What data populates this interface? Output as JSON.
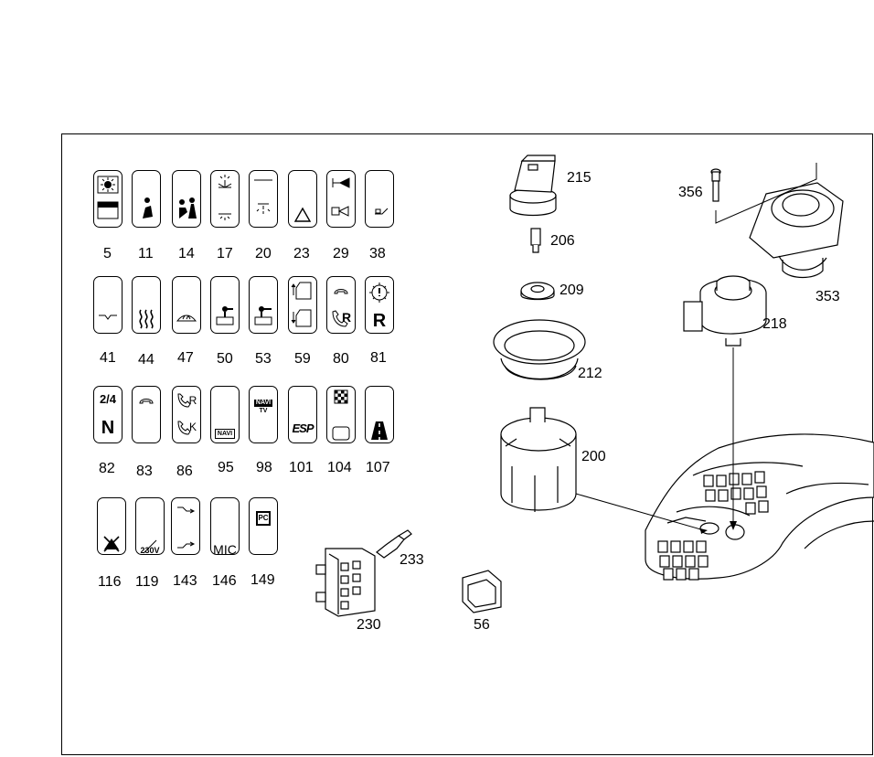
{
  "diagram": {
    "switch_labels": [
      "5",
      "11",
      "14",
      "17",
      "20",
      "23",
      "29",
      "38",
      "41",
      "44",
      "47",
      "50",
      "53",
      "59",
      "80",
      "81",
      "82",
      "83",
      "86",
      "95",
      "98",
      "101",
      "104",
      "107",
      "116",
      "119",
      "143",
      "146",
      "149"
    ],
    "part_labels": {
      "p215": "215",
      "p206": "206",
      "p209": "209",
      "p212": "212",
      "p200": "200",
      "p356": "356",
      "p353": "353",
      "p218": "218",
      "p233": "233",
      "p230": "230",
      "p56": "56"
    },
    "switch_texts": {
      "gear_top": "2/4",
      "gear_bottom": "N",
      "reverse": "R",
      "phone_r": "R",
      "phone_k": "K",
      "navi": "NAVI",
      "navi_tv_1": "NAVI",
      "navi_tv_2": "TV",
      "esp": "ESP",
      "voltage": "230V",
      "mic": "MIC",
      "pc": "PC"
    }
  }
}
